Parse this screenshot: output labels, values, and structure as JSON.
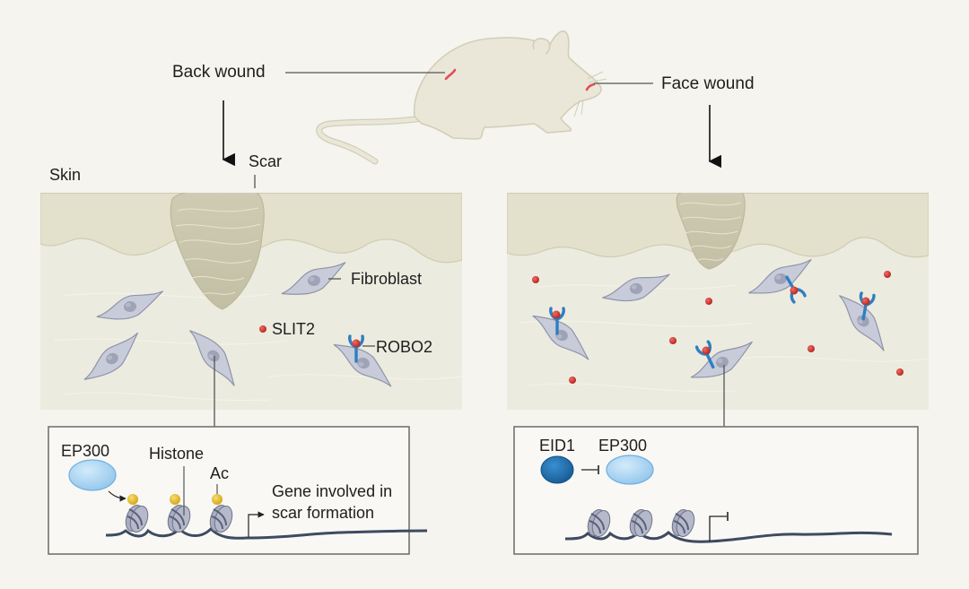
{
  "figure": {
    "top": {
      "back_wound_label": "Back wound",
      "face_wound_label": "Face wound"
    },
    "left_panel": {
      "skin_label": "Skin",
      "scar_label": "Scar",
      "fibroblast_label": "Fibroblast",
      "slit2_label": "SLIT2",
      "robo2_label": "ROBO2",
      "inset": {
        "ep300_label": "EP300",
        "histone_label": "Histone",
        "ac_label": "Ac",
        "gene_label_line1": "Gene involved in",
        "gene_label_line2": "scar formation"
      }
    },
    "right_panel": {
      "inset": {
        "eid1_label": "EID1",
        "ep300_label": "EP300"
      }
    },
    "colors": {
      "background": "#f5f4ee",
      "epidermis": "#e3e0cc",
      "dermis": "#ecebdf",
      "scar": "#c9c6ad",
      "fibroblast": "#c7cad8",
      "nucleus": "#9ea3b5",
      "slit2": "#c9302c",
      "robo2": "#2f7fc1",
      "wound": "#e0505a",
      "mouse": "#ebe7d8",
      "ep300": "#a9d2f0",
      "eid1": "#1f6aa8",
      "acetyl": "#e8b91e",
      "dna": "#3e4a60"
    }
  }
}
